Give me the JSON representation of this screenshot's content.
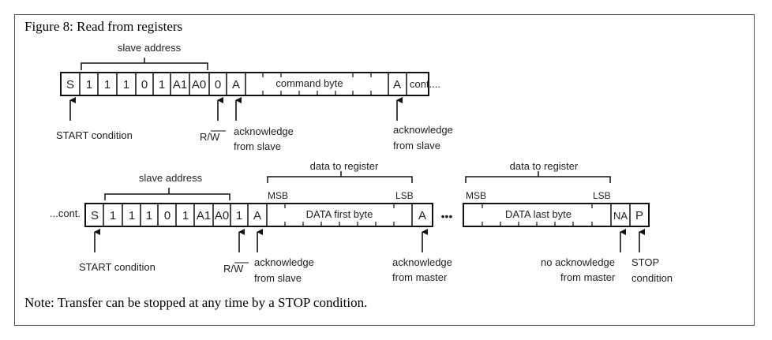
{
  "title": "Figure 8: Read from registers",
  "note": "Note: Transfer can be stopped at any time by a STOP condition.",
  "row1": {
    "bits": [
      "S",
      "1",
      "1",
      "1",
      "0",
      "1",
      "A1",
      "A0",
      "0",
      "A"
    ],
    "bracket_label": "slave address",
    "command_label": "command byte",
    "ack_cell": "A",
    "cont_label": "cont....",
    "start_label": "START condition",
    "rw_label": "R/W",
    "ack_slave_line1": "acknowledge",
    "ack_slave_line2": "from slave",
    "ack_slave2_line1": "acknowledge",
    "ack_slave2_line2": "from slave"
  },
  "row2": {
    "cont_label": "...cont.",
    "bits": [
      "S",
      "1",
      "1",
      "1",
      "0",
      "1",
      "A1",
      "A0",
      "1",
      "A"
    ],
    "bracket_label": "slave address",
    "data_label1": "data to register",
    "data_label2": "data to register",
    "msb": "MSB",
    "lsb": "LSB",
    "msb2": "MSB",
    "lsb2": "LSB",
    "first_byte_label": "DATA  first byte",
    "last_byte_label": "DATA last byte",
    "ack_cell": "A",
    "ellipsis": "•••",
    "na_cell": "NA",
    "p_cell": "P",
    "start_label": "START condition",
    "rw_label": "R/W",
    "ack_slave_line1": "acknowledge",
    "ack_slave_line2": "from slave",
    "ack_master_line1": "acknowledge",
    "ack_master_line2": "from master",
    "noack_line1": "no acknowledge",
    "noack_line2": "from master",
    "stop_line1": "STOP",
    "stop_line2": "condition"
  }
}
